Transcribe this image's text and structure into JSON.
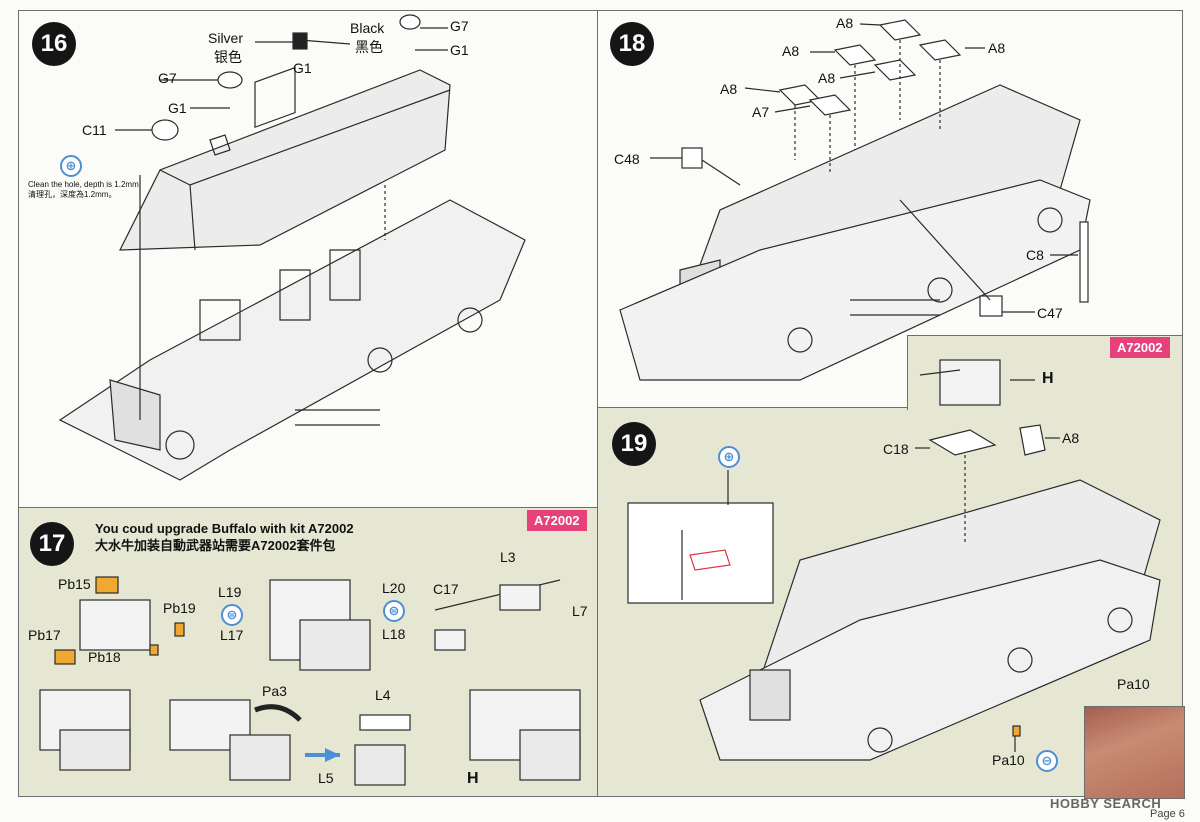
{
  "steps": {
    "s16": {
      "number": "16"
    },
    "s17": {
      "number": "17",
      "header_en": "You coud upgrade Buffalo with kit A72002",
      "header_zh": "大水牛加装自動武器站需要A72002套件包",
      "kit_tag": "A72002"
    },
    "s18": {
      "number": "18"
    },
    "s19": {
      "number": "19",
      "kit_tag": "A72002"
    }
  },
  "step16_labels": {
    "silver": "Silver",
    "silver_zh": "银色",
    "black": "Black",
    "black_zh": "黑色",
    "g1_top": "G1",
    "g7_top": "G7",
    "g1_right": "G1",
    "g7_left": "G7",
    "g1_left": "G1",
    "c11": "C11",
    "note_en": "Clean the hole, depth is 1.2mm.",
    "note_zh": "清理孔，深度為1.2mm。"
  },
  "step17_labels": {
    "pb15": "Pb15",
    "pb17": "Pb17",
    "pb18": "Pb18",
    "pb19": "Pb19",
    "l19": "L19",
    "l17": "L17",
    "l20": "L20",
    "l18": "L18",
    "c17": "C17",
    "l3": "L3",
    "l7": "L7",
    "pa3": "Pa3",
    "l4": "L4",
    "l5": "L5",
    "h": "H"
  },
  "step18_labels": {
    "a8_1": "A8",
    "a8_2": "A8",
    "a8_3": "A8",
    "a8_4": "A8",
    "a8_5": "A8",
    "a7": "A7",
    "c48": "C48",
    "c8": "C8",
    "c47": "C47"
  },
  "step19_labels": {
    "h": "H",
    "c18": "C18",
    "a8": "A8",
    "pa10_photo": "Pa10",
    "pa10": "Pa10"
  },
  "footer": {
    "page": "Page 6",
    "watermark": "HOBBY SEARCH"
  },
  "colors": {
    "tag": "#e6417a",
    "tint": "#e6e7d2",
    "part_orange": "#f0a830",
    "symbol_blue": "#4d8fd6"
  }
}
